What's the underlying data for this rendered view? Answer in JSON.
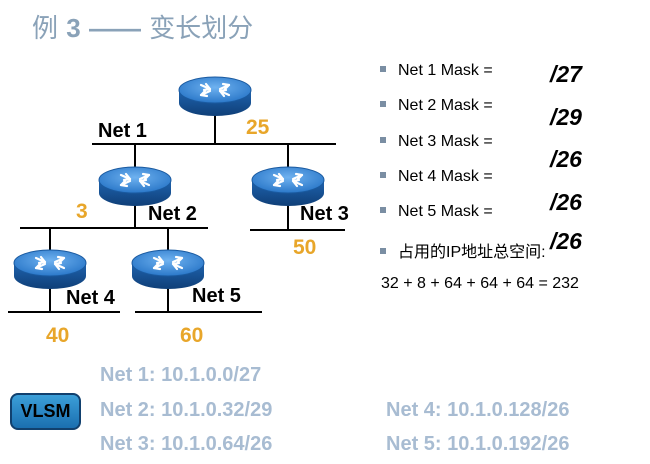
{
  "title": {
    "prefix": "例",
    "number": "3",
    "dash": "——",
    "text": "变长划分"
  },
  "networks": [
    {
      "label": "Net 1",
      "hosts": "25"
    },
    {
      "label": "Net 2",
      "hosts": "3"
    },
    {
      "label": "Net 3",
      "hosts": "50"
    },
    {
      "label": "Net 4",
      "hosts": "40"
    },
    {
      "label": "Net 5",
      "hosts": "60"
    }
  ],
  "masks": [
    {
      "label": "Net 1 Mask =",
      "value": "/27"
    },
    {
      "label": "Net 2 Mask =",
      "value": "/29"
    },
    {
      "label": "Net 3 Mask =",
      "value": "/26"
    },
    {
      "label": "Net 4 Mask =",
      "value": "/26"
    },
    {
      "label": "Net 5 Mask =",
      "value": "/26"
    }
  ],
  "total_label": "占用的IP地址总空间:",
  "total_formula": "32 + 8 + 64 + 64 + 64 = 232",
  "vlsm_badge": "VLSM",
  "assignments": [
    {
      "net": "Net 1:",
      "addr": "10.1.0.0/27"
    },
    {
      "net": "Net 2:",
      "addr": "10.1.0.32/29"
    },
    {
      "net": "Net 3:",
      "addr": "10.1.0.64/26"
    },
    {
      "net": "Net 4:",
      "addr": "10.1.0.128/26"
    },
    {
      "net": "Net 5:",
      "addr": "10.1.0.192/26"
    }
  ],
  "colors": {
    "title": "#8aa2b8",
    "hosts": "#e8a62a",
    "address": "#a8bcd2",
    "router": "#2b78c9"
  },
  "icons": [
    "router-icon",
    "bullet-icon"
  ]
}
